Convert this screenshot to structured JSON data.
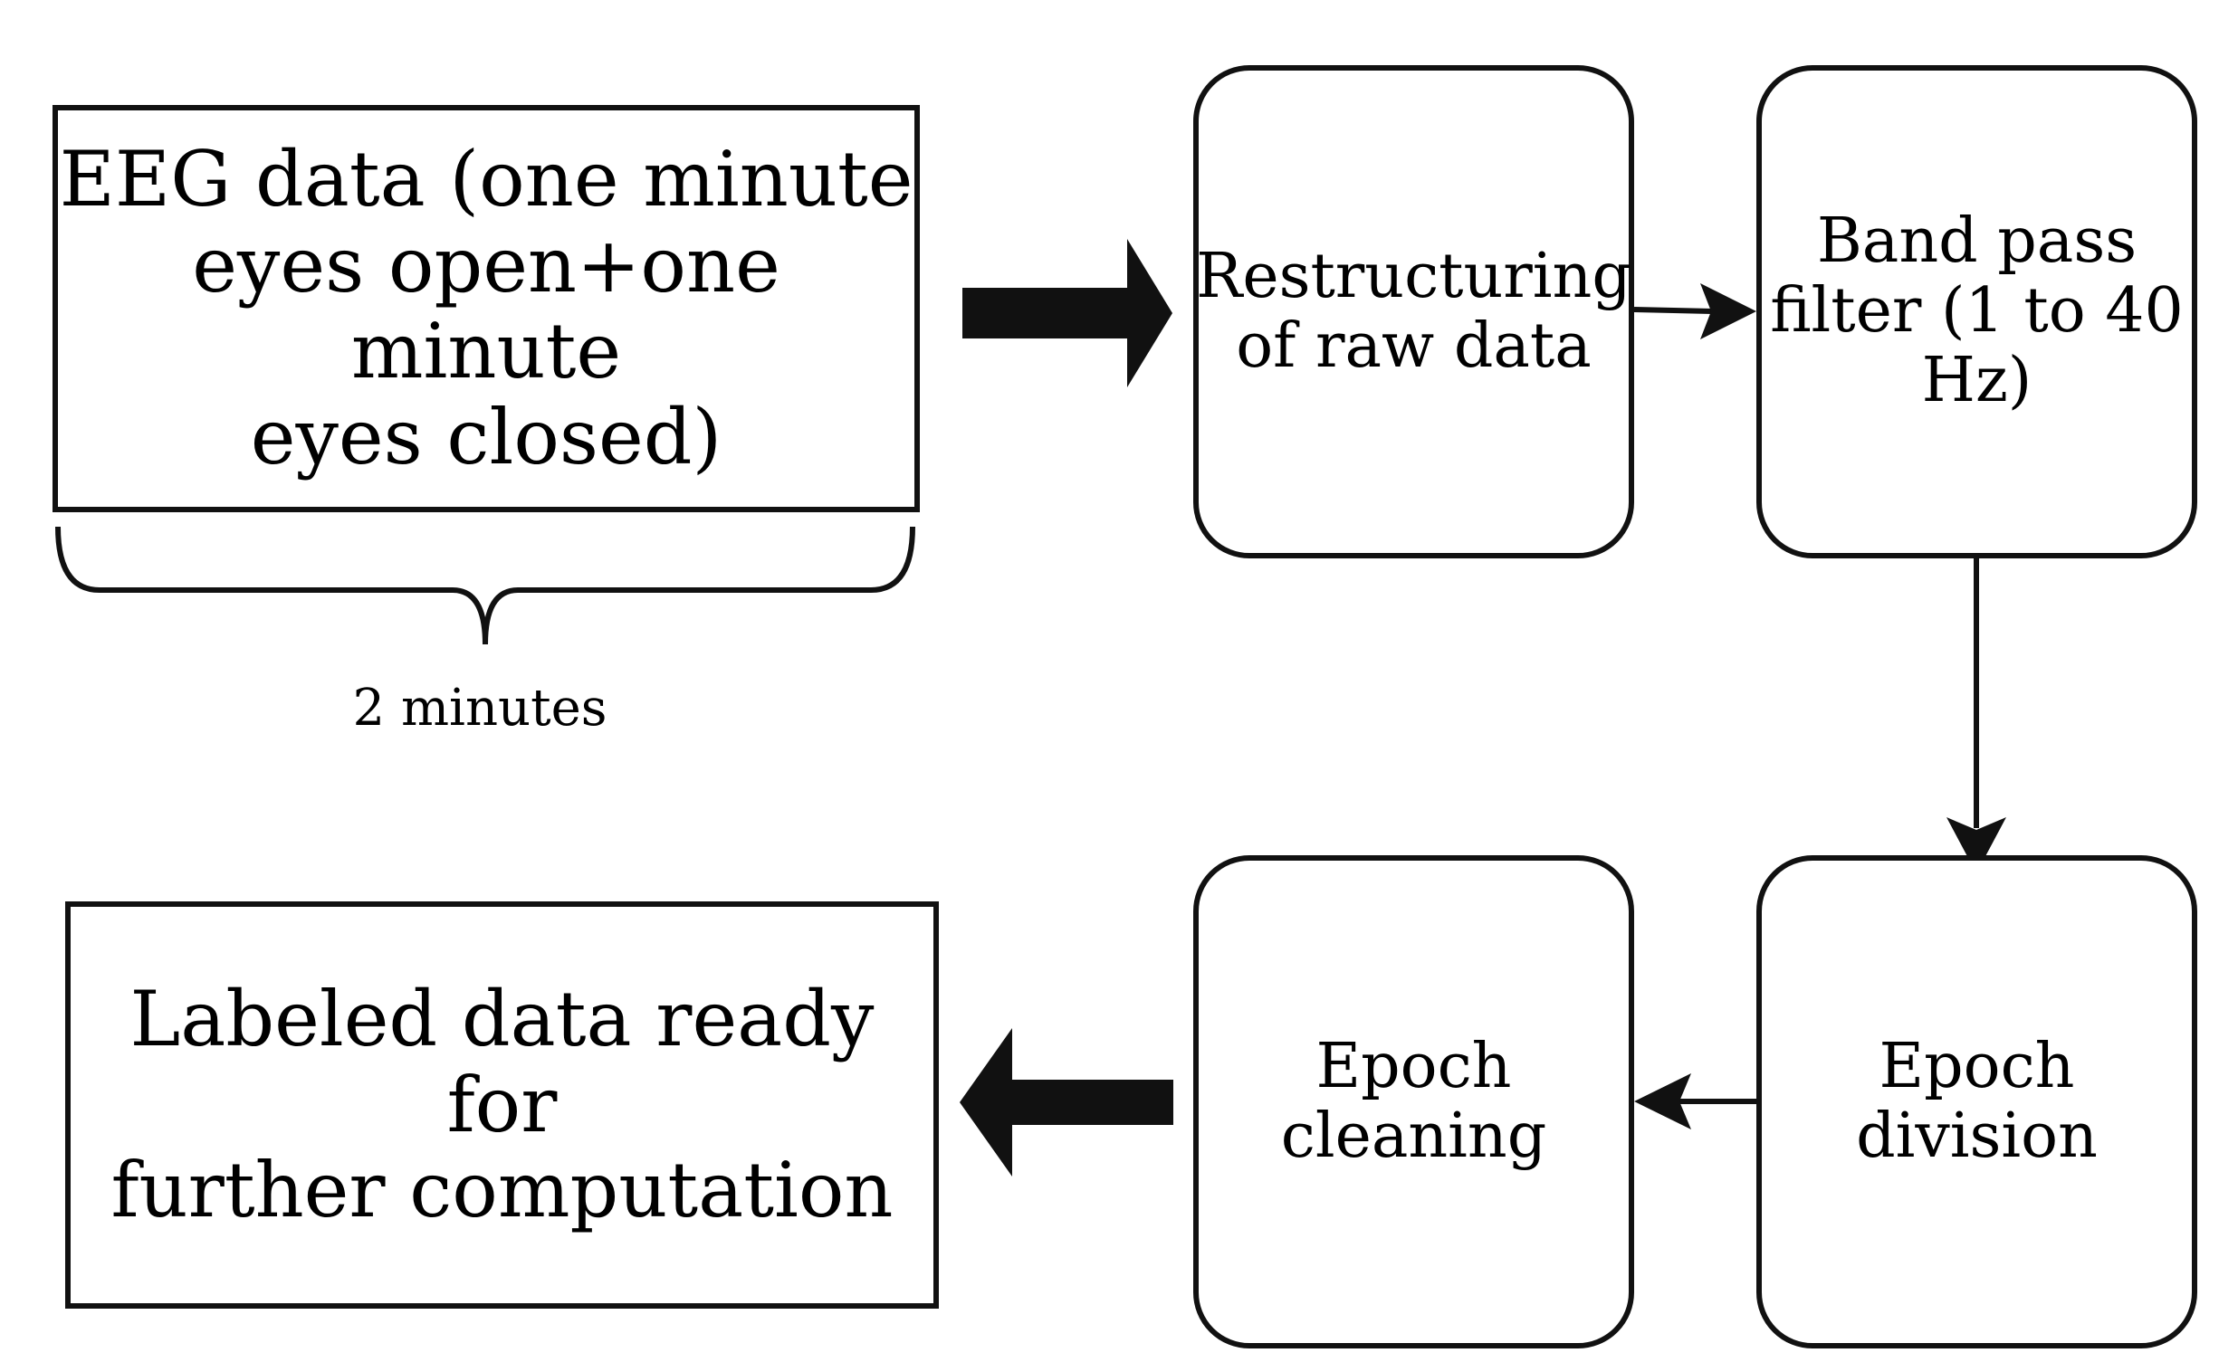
{
  "diagram": {
    "type": "flowchart",
    "nodes": {
      "eeg_data": "EEG data (one minute\neyes open+one minute\neyes closed)",
      "restructuring": "Restructuring\nof raw data",
      "band_pass": "Band pass\nfilter (1 to 40\nHz)",
      "epoch_division": "Epoch\ndivision",
      "epoch_cleaning": "Epoch\ncleaning",
      "labeled_data": "Labeled data ready for\nfurther computation"
    },
    "brace_label": "2 minutes",
    "edges": [
      {
        "from": "eeg_data",
        "to": "restructuring",
        "style": "thick"
      },
      {
        "from": "restructuring",
        "to": "band_pass",
        "style": "thin"
      },
      {
        "from": "band_pass",
        "to": "epoch_division",
        "style": "thin"
      },
      {
        "from": "epoch_division",
        "to": "epoch_cleaning",
        "style": "thin"
      },
      {
        "from": "epoch_cleaning",
        "to": "labeled_data",
        "style": "thick"
      }
    ],
    "colors": {
      "stroke": "#111111",
      "background": "#ffffff"
    }
  }
}
